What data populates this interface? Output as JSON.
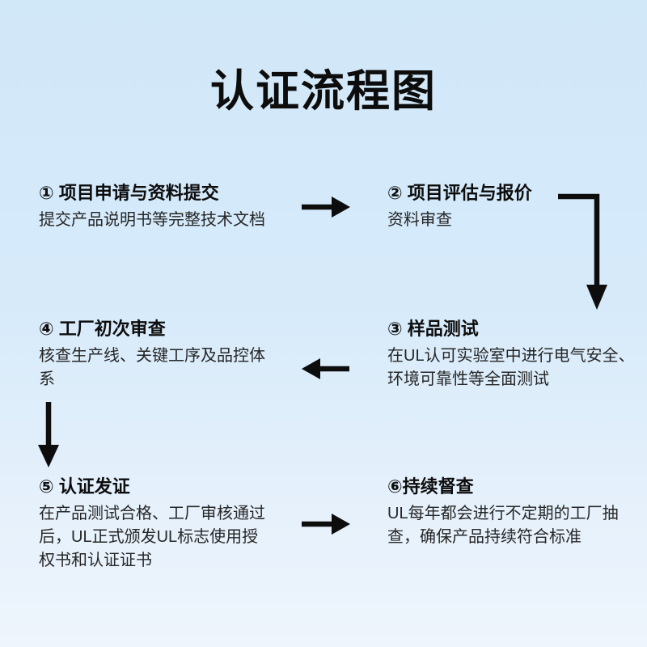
{
  "page": {
    "title": "认证流程图",
    "background_top": "#d1e8f9",
    "background_bottom": "#eef5fc",
    "heading_color": "#0d0d0d",
    "body_color": "#262626",
    "arrow_color": "#0d0d0d"
  },
  "steps": [
    {
      "heading": "① 项目申请与资料提交",
      "description": [
        "提交产品说明书等完整技术文档"
      ]
    },
    {
      "heading": "② 项目评估与报价",
      "description": [
        "资料审查"
      ]
    },
    {
      "heading": "③ 样品测试",
      "description": [
        "在UL认可实验室中进行电气安全、",
        "环境可靠性等全面测试"
      ]
    },
    {
      "heading": "④ 工厂初次审查",
      "description": [
        "核查生产线、关键工序及品控体",
        "系"
      ]
    },
    {
      "heading": "⑤ 认证发证",
      "description": [
        "在产品测试合格、工厂审核通过",
        "后，UL正式颁发UL标志使用授",
        "权书和认证证书"
      ]
    },
    {
      "heading": "⑥持续督查",
      "description": [
        "UL每年都会进行不定期的工厂抽",
        "查，确保产品持续符合标准"
      ]
    }
  ],
  "connections": [
    {
      "from": "step-1",
      "to": "step-2",
      "direction": "right"
    },
    {
      "from": "step-2",
      "to": "step-3",
      "direction": "right-then-down"
    },
    {
      "from": "step-3",
      "to": "step-4",
      "direction": "left"
    },
    {
      "from": "step-4",
      "to": "step-5",
      "direction": "down"
    },
    {
      "from": "step-5",
      "to": "step-6",
      "direction": "right"
    }
  ]
}
